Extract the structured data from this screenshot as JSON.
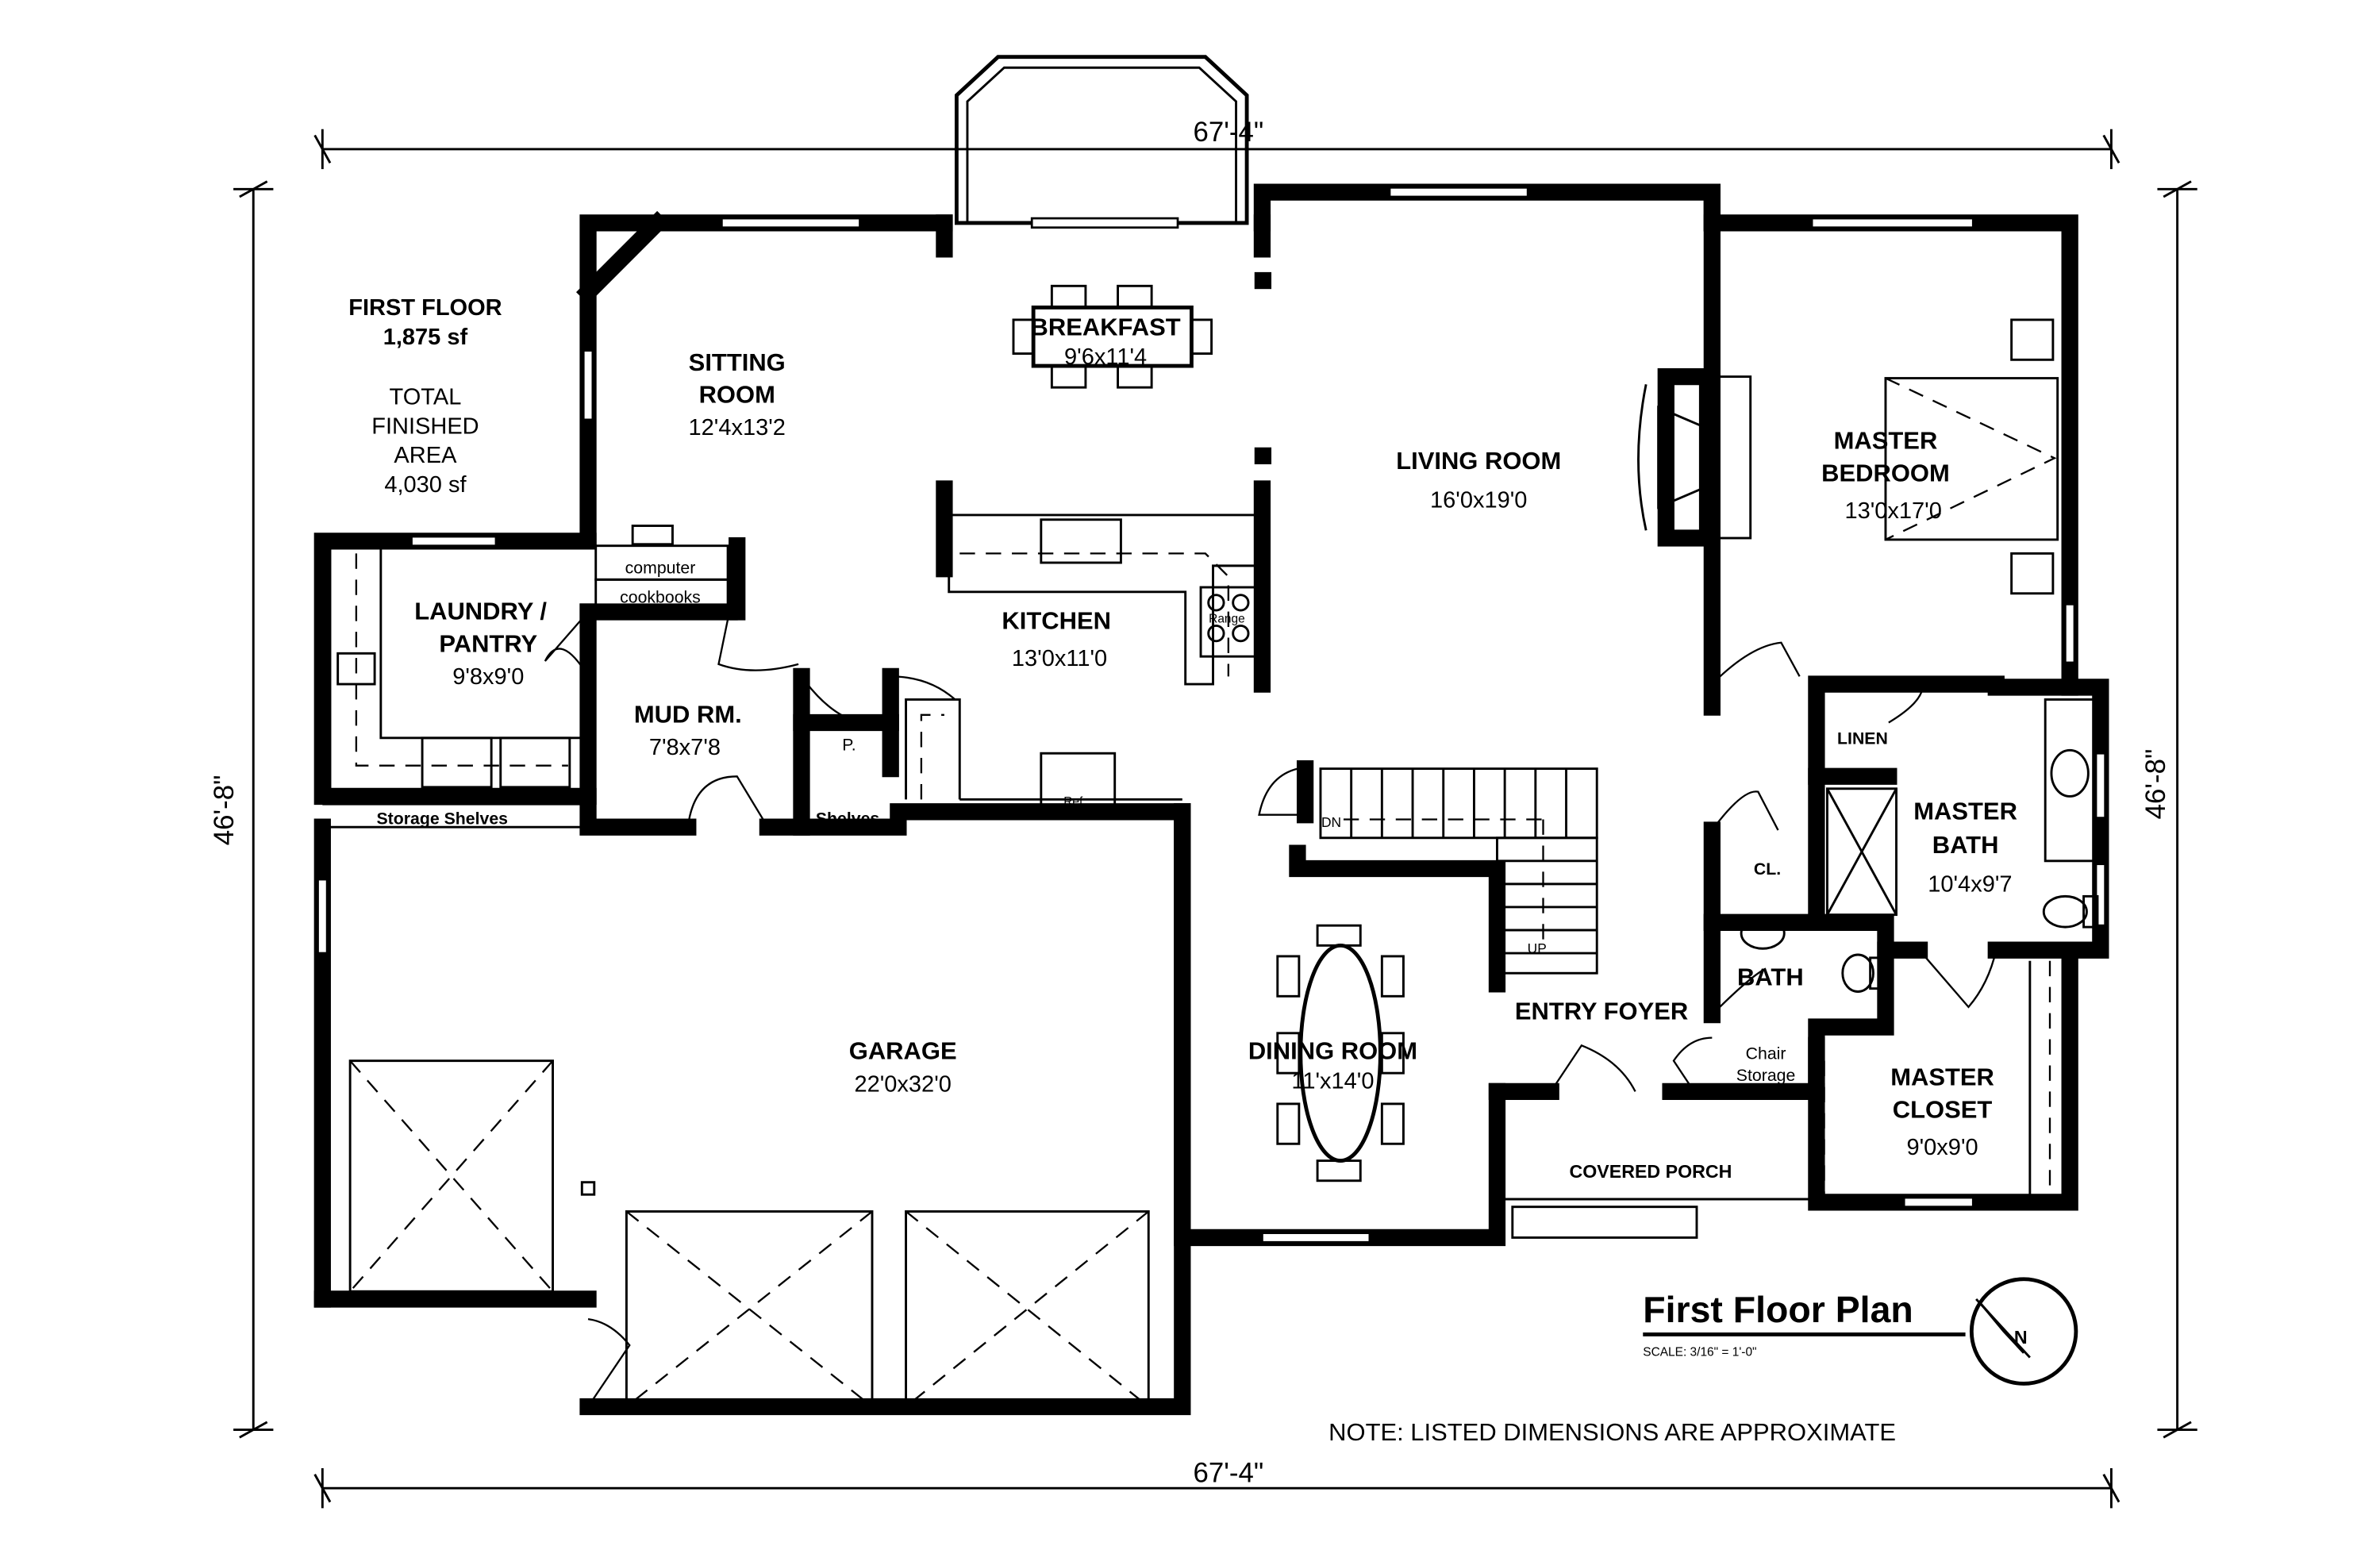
{
  "summary": {
    "floor_label": "FIRST FLOOR",
    "floor_area": "1,875 sf",
    "total_line1": "TOTAL",
    "total_line2": "FINISHED",
    "total_line3": "AREA",
    "total_area": "4,030 sf"
  },
  "dimensions": {
    "top": "67'-4\"",
    "bottom": "67'-4\"",
    "left": "46'-8\"",
    "right": "46'-8\""
  },
  "rooms": {
    "sitting_1": "SITTING",
    "sitting_2": "ROOM",
    "sitting_dim": "12'4x13'2",
    "breakfast": "BREAKFAST",
    "breakfast_dim": "9'6x11'4",
    "living": "LIVING ROOM",
    "living_dim": "16'0x19'0",
    "master_bed_1": "MASTER",
    "master_bed_2": "BEDROOM",
    "master_bed_dim": "13'0x17'0",
    "laundry_1": "LAUNDRY /",
    "laundry_2": "PANTRY",
    "laundry_dim": "9'8x9'0",
    "kitchen": "KITCHEN",
    "kitchen_dim": "13'0x11'0",
    "mud": "MUD RM.",
    "mud_dim": "7'8x7'8",
    "garage": "GARAGE",
    "garage_dim": "22'0x32'0",
    "dining": "DINING ROOM",
    "dining_dim": "11'x14'0",
    "entry": "ENTRY FOYER",
    "master_bath_1": "MASTER",
    "master_bath_2": "BATH",
    "master_bath_dim": "10'4x9'7",
    "bath": "BATH",
    "master_closet_1": "MASTER",
    "master_closet_2": "CLOSET",
    "master_closet_dim": "9'0x9'0",
    "covered_porch": "COVERED PORCH"
  },
  "labels": {
    "computer": "computer",
    "cookbooks": "cookbooks",
    "range": "Range",
    "ref": "Ref.",
    "pantry": "P.",
    "storage_shelves": "Storage Shelves",
    "shelves": "Shelves",
    "linen": "LINEN",
    "closet": "CL.",
    "chair_1": "Chair",
    "chair_2": "Storage",
    "dn": "DN",
    "up": "UP"
  },
  "title_block": {
    "title": "First Floor Plan",
    "scale": "SCALE: 3/16\" = 1'-0\"",
    "north": "N"
  },
  "note": "NOTE: LISTED DIMENSIONS ARE APPROXIMATE"
}
